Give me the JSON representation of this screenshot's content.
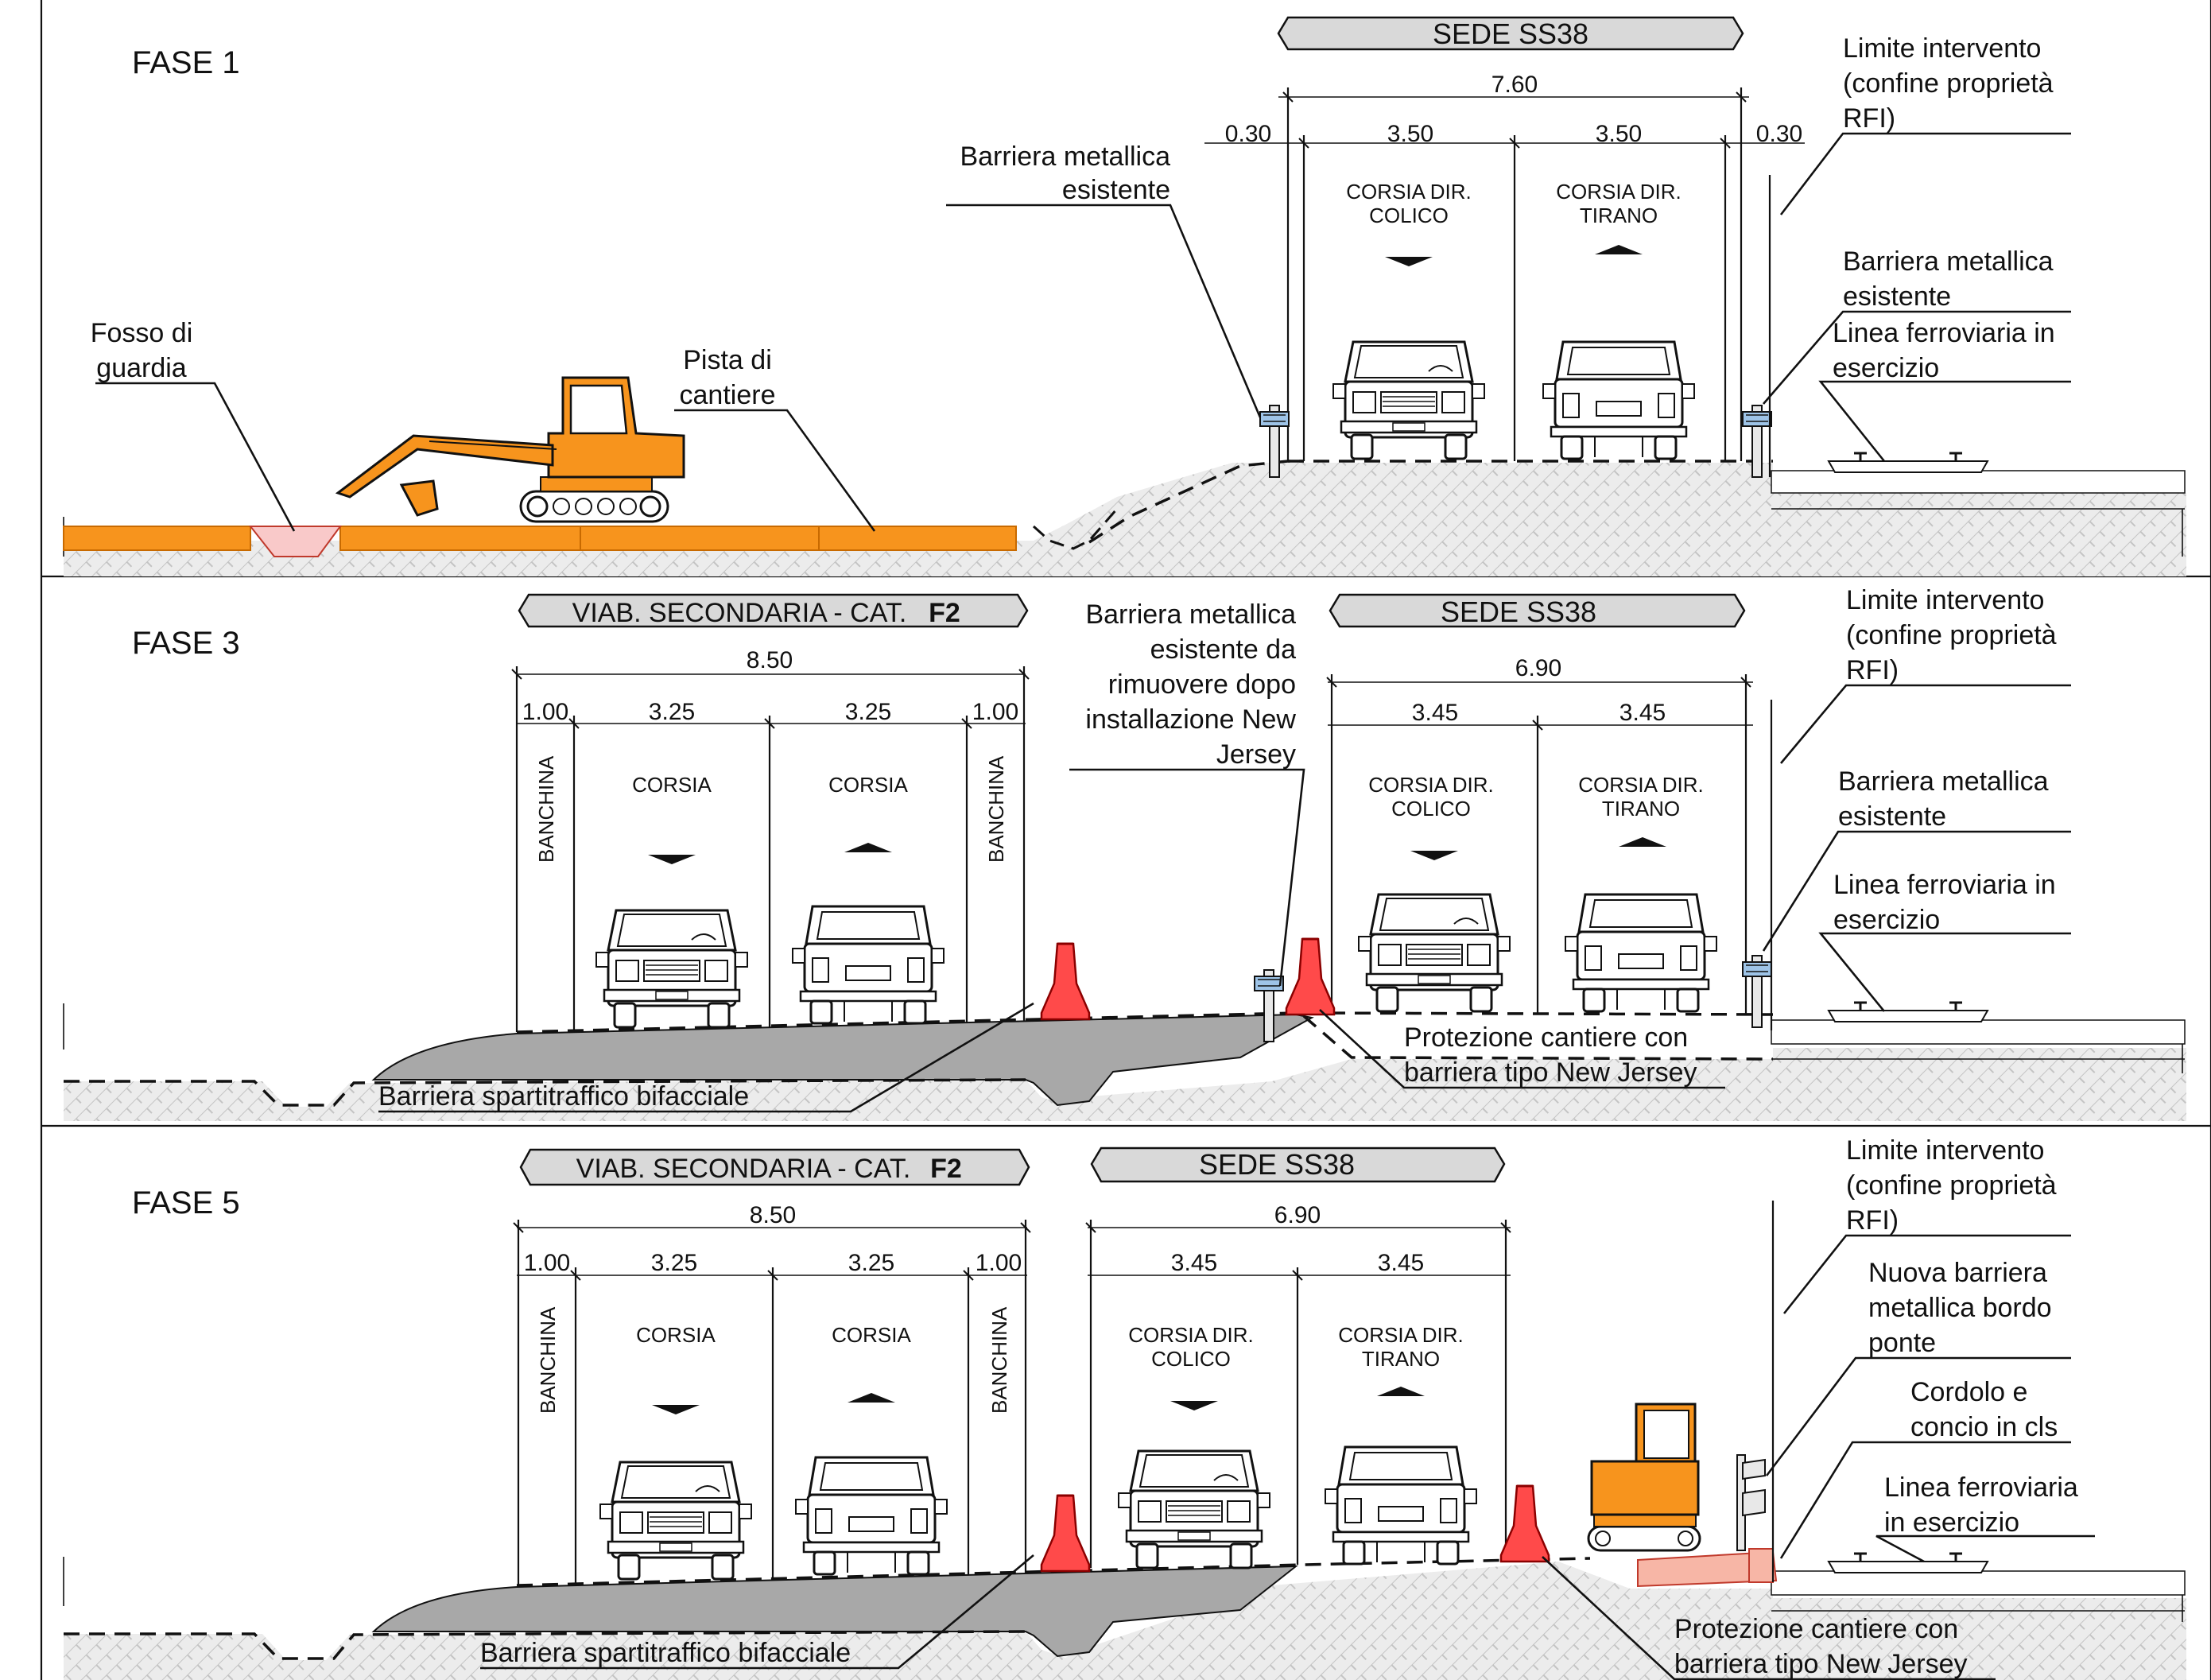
{
  "panels": [
    {
      "phase_label": "FASE 1",
      "ss38_title": "SEDE SS38",
      "ss38_total": "7.60",
      "ss38_edge_left": "0.30",
      "ss38_edge_right": "0.30",
      "ss38_lane1_width": "3.50",
      "ss38_lane2_width": "3.50",
      "lane1_label_1": "CORSIA DIR.",
      "lane1_label_2": "COLICO",
      "lane2_label_1": "CORSIA DIR.",
      "lane2_label_2": "TIRANO",
      "annotations": {
        "barrier_existing_left": [
          "Barriera metallica",
          "esistente"
        ],
        "limit": [
          "Limite intervento",
          "(confine proprietà",
          "RFI)"
        ],
        "barrier_existing_right": [
          "Barriera metallica",
          "esistente"
        ],
        "railway": [
          "Linea ferroviaria in",
          "esercizio"
        ],
        "ditch": [
          "Fosso di",
          "guardia"
        ],
        "site_track": [
          "Pista di",
          "cantiere"
        ]
      }
    },
    {
      "phase_label": "FASE 3",
      "secondary_title": "VIAB. SECONDARIA - CAT.",
      "secondary_cat": "F2",
      "sec_total": "8.50",
      "sec_shoulder_left": "1.00",
      "sec_shoulder_right": "1.00",
      "sec_lane1_width": "3.25",
      "sec_lane2_width": "3.25",
      "shoulder_label": "BANCHINA",
      "lane_label": "CORSIA",
      "ss38_title": "SEDE SS38",
      "ss38_total": "6.90",
      "ss38_lane1_width": "3.45",
      "ss38_lane2_width": "3.45",
      "lane1_label_1": "CORSIA DIR.",
      "lane1_label_2": "COLICO",
      "lane2_label_1": "CORSIA DIR.",
      "lane2_label_2": "TIRANO",
      "annotations": {
        "barrier_remove": [
          "Barriera metallica",
          "esistente da",
          "rimuovere dopo",
          "installazione New",
          "Jersey"
        ],
        "limit": [
          "Limite intervento",
          "(confine proprietà",
          "RFI)"
        ],
        "barrier_existing_right": [
          "Barriera metallica",
          "esistente"
        ],
        "railway": [
          "Linea ferroviaria in",
          "esercizio"
        ],
        "median": [
          "Barriera spartitraffico bifacciale"
        ],
        "protection": [
          "Protezione cantiere con",
          "barriera tipo New Jersey"
        ]
      }
    },
    {
      "phase_label": "FASE 5",
      "secondary_title": "VIAB. SECONDARIA - CAT.",
      "secondary_cat": "F2",
      "sec_total": "8.50",
      "sec_shoulder_left": "1.00",
      "sec_shoulder_right": "1.00",
      "sec_lane1_width": "3.25",
      "sec_lane2_width": "3.25",
      "shoulder_label": "BANCHINA",
      "lane_label": "CORSIA",
      "ss38_title": "SEDE SS38",
      "ss38_total": "6.90",
      "ss38_lane1_width": "3.45",
      "ss38_lane2_width": "3.45",
      "lane1_label_1": "CORSIA DIR.",
      "lane1_label_2": "COLICO",
      "lane2_label_1": "CORSIA DIR.",
      "lane2_label_2": "TIRANO",
      "annotations": {
        "limit": [
          "Limite intervento",
          "(confine proprietà",
          "RFI)"
        ],
        "new_barrier": [
          "Nuova barriera",
          "metallica bordo",
          "ponte"
        ],
        "curb": [
          "Cordolo e",
          "concio in cls"
        ],
        "railway": [
          "Linea ferroviaria",
          "in esercizio"
        ],
        "median": [
          "Barriera spartitraffico bifacciale"
        ],
        "protection": [
          "Protezione cantiere con",
          "barriera tipo New Jersey"
        ]
      }
    }
  ],
  "colors": {
    "excavator": "#f7941d",
    "new_jersey": "#ff4a4a",
    "ditch": "#f9c9c9",
    "curb": "#f7b6a6",
    "asphalt": "#a8a8a8",
    "header_box": "#d9d9d9"
  },
  "icons": [
    "excavator-icon",
    "car-front-icon",
    "car-rear-icon",
    "new-jersey-barrier-icon",
    "guardrail-icon",
    "rail-track-icon"
  ]
}
